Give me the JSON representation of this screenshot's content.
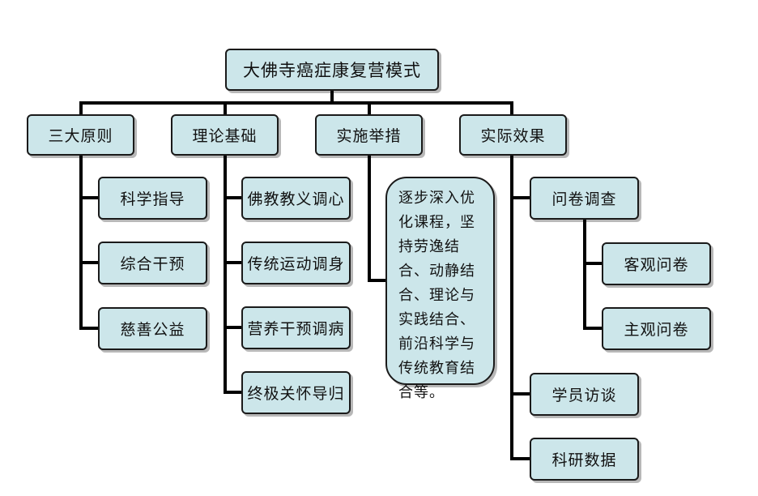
{
  "diagram": {
    "title": "大佛寺癌症康复营模式",
    "categories": [
      {
        "label": "三大原则",
        "children": [
          "科学指导",
          "综合干预",
          "慈善公益"
        ]
      },
      {
        "label": "理论基础",
        "children": [
          "佛教教义调心",
          "传统运动调身",
          "营养干预调病",
          "终极关怀导归"
        ]
      },
      {
        "label": "实施举措",
        "description": "逐步深入优化课程，坚持劳逸结合、动静结合、理论与实践结合、前沿科学与传统教育结合等。"
      },
      {
        "label": "实际效果",
        "children": [
          {
            "label": "问卷调查",
            "children": [
              "客观问卷",
              "主观问卷"
            ]
          },
          {
            "label": "学员访谈"
          },
          {
            "label": "科研数据"
          }
        ]
      }
    ],
    "colors": {
      "box_fill": "#cce6ea",
      "border": "#1a1a1a",
      "line": "#000000"
    }
  }
}
